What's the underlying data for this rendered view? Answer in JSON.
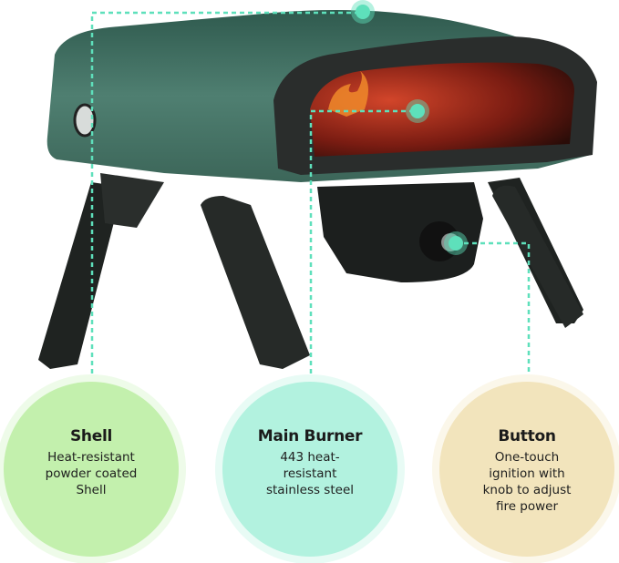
{
  "colors": {
    "connector": "#5ee0bb",
    "oven_body": "#3f6b5e",
    "shell_bubble": "#c3f0ad",
    "shell_halo": "#eefbe9",
    "burner_bubble": "#b2f2df",
    "burner_halo": "#e8fbf5",
    "button_bubble": "#f2e4bc",
    "button_halo": "#fbf7ea"
  },
  "features": [
    {
      "title": "Shell",
      "description": "Heat-resistant powder coated Shell"
    },
    {
      "title": "Main Burner",
      "description": "443 heat-resistant stainless steel"
    },
    {
      "title": "Button",
      "description": "One-touch ignition with knob to adjust fire power"
    }
  ]
}
